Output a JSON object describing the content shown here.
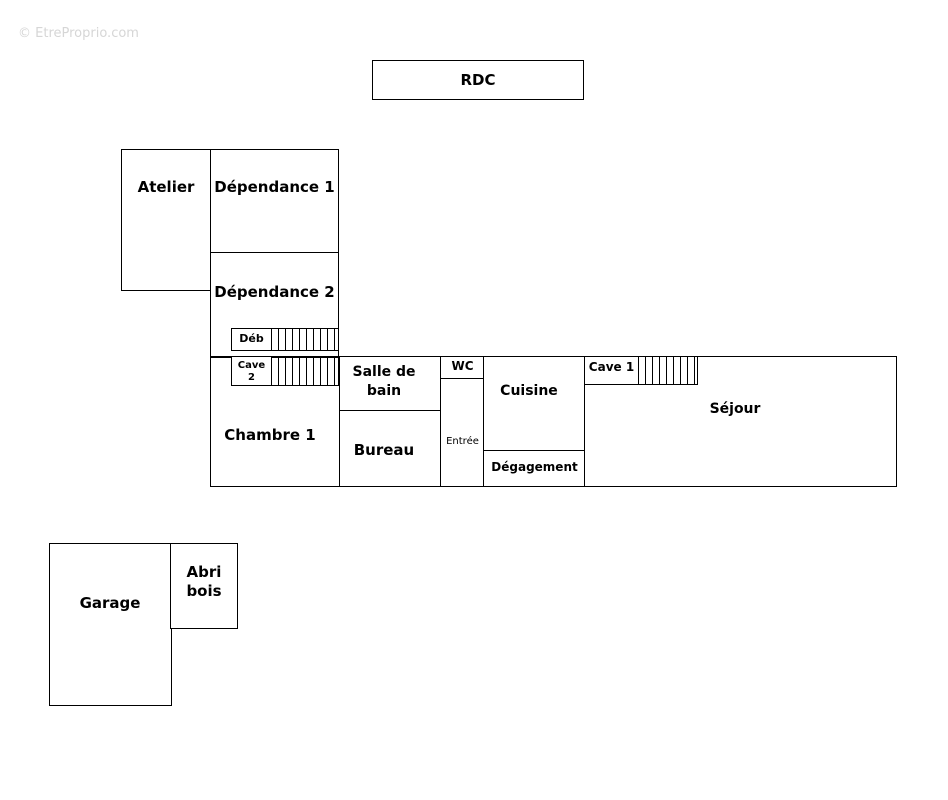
{
  "watermark": "© EtreProprio.com",
  "title": "RDC",
  "rooms": {
    "atelier": "Atelier",
    "dependance1": "Dépendance 1",
    "dependance2": "Dépendance 2",
    "deb": "Déb",
    "cave2": "Cave 2",
    "chambre1": "Chambre 1",
    "salle_de_bain": "Salle de bain",
    "bureau": "Bureau",
    "wc": "WC",
    "entree": "Entrée",
    "cuisine": "Cuisine",
    "degagement": "Dégagement",
    "cave1": "Cave 1",
    "sejour": "Séjour",
    "garage": "Garage",
    "abri_bois": "Abri bois"
  }
}
